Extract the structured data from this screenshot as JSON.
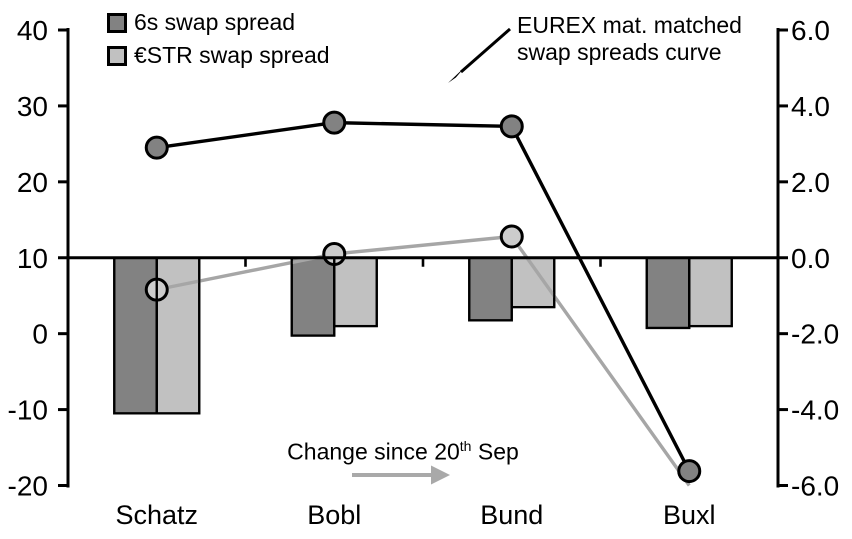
{
  "chart_data": {
    "type": "combo-bar-line",
    "categories": [
      "Schatz",
      "Bobl",
      "Bund",
      "Buxl"
    ],
    "left_axis": {
      "tick_labels": [
        "40",
        "30",
        "20",
        "10",
        "0",
        "-10",
        "-20"
      ],
      "tick_values": [
        40,
        30,
        20,
        10,
        0,
        -10,
        -20
      ],
      "min": -20,
      "max": 40
    },
    "right_axis": {
      "tick_labels": [
        "6.0",
        "4.0",
        "2.0",
        "0.0",
        "-2.0",
        "-4.0",
        "-6.0"
      ],
      "tick_values": [
        6,
        4,
        2,
        0,
        -2,
        -4,
        -6
      ],
      "min": -6,
      "max": 6,
      "zero_aligned_with_left_value": 10
    },
    "bar_series": [
      {
        "name": "6s swap spread",
        "axis": "right",
        "color": "#828282",
        "values": [
          -4.1,
          -2.05,
          -1.65,
          -1.85
        ]
      },
      {
        "name": "€STR swap spread",
        "axis": "right",
        "color": "#C1C1C1",
        "values": [
          -4.1,
          -1.8,
          -1.3,
          -1.8
        ]
      }
    ],
    "line_series": [
      {
        "name": "6s swap spread curve",
        "axis": "left",
        "color": "#000000",
        "marker_fill": "#828282",
        "values": [
          24.5,
          27.8,
          27.3,
          -18.1
        ],
        "show_marker": [
          true,
          true,
          true,
          true
        ]
      },
      {
        "name": "€STR swap spread curve",
        "axis": "left",
        "color": "#A6A6A6",
        "marker_fill": "#CCCCCC",
        "values": [
          5.8,
          10.5,
          12.8,
          -20.0
        ],
        "show_marker": [
          true,
          true,
          true,
          false
        ]
      }
    ],
    "grid": "off",
    "legend_position": "top-left-inside"
  },
  "legend": {
    "items": [
      {
        "label": "6s swap spread",
        "color": "#828282"
      },
      {
        "label": "€STR swap spread",
        "color": "#C1C1C1"
      }
    ]
  },
  "annotation": {
    "line1": "EUREX mat. matched",
    "line2": "swap spreads curve"
  },
  "change_note": {
    "prefix": "Change since 20",
    "sup": "th",
    "suffix": " Sep"
  },
  "colors": {
    "black": "#000000",
    "dark_gray": "#828282",
    "light_gray": "#C1C1C1",
    "line_gray": "#A6A6A6",
    "arrow_gray": "#A9A9A9"
  }
}
